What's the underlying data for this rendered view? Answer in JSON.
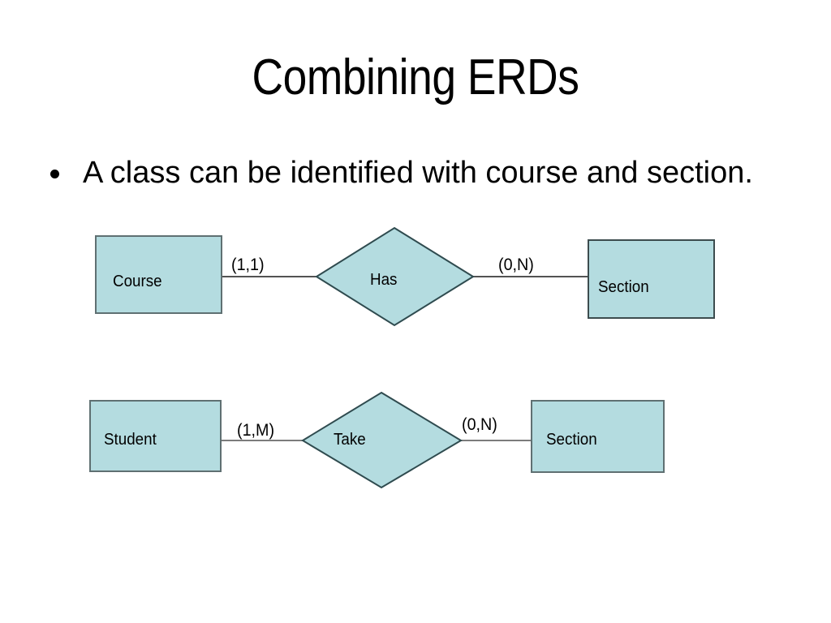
{
  "slide": {
    "title": "Combining ERDs",
    "bullets": [
      "A class can be identified with course and section."
    ]
  },
  "colors": {
    "shape_fill": "#b4dce0",
    "shape_stroke": "#5a6a6d",
    "diamond_stroke": "#2f4b4f",
    "line": "#4d4d4d",
    "text": "#000000",
    "background": "#ffffff"
  },
  "diagrams": [
    {
      "name": "course-has-section",
      "entities": [
        {
          "label": "Course"
        },
        {
          "label": "Section"
        }
      ],
      "relationship": {
        "label": "Has"
      },
      "cardinalities": [
        {
          "label": "(1,1)"
        },
        {
          "label": "(0,N)"
        }
      ]
    },
    {
      "name": "student-take-section",
      "entities": [
        {
          "label": "Student"
        },
        {
          "label": "Section"
        }
      ],
      "relationship": {
        "label": "Take"
      },
      "cardinalities": [
        {
          "label": "(1,M)"
        },
        {
          "label": "(0,N)"
        }
      ]
    }
  ]
}
